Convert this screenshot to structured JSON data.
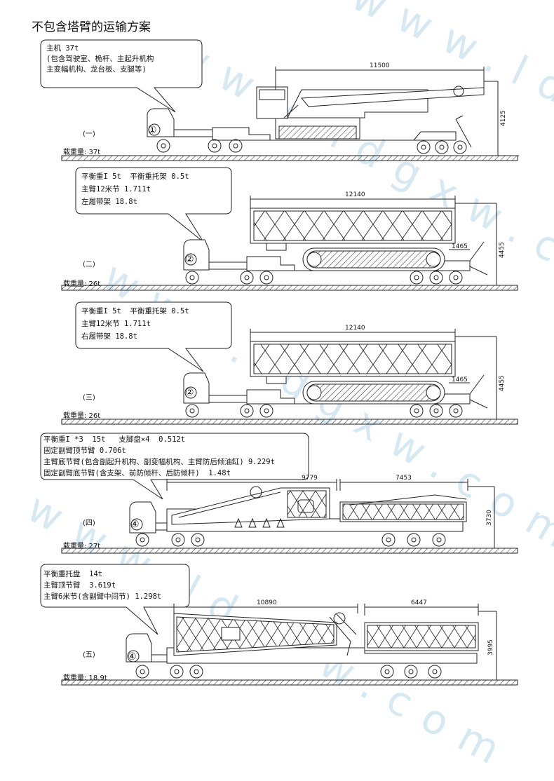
{
  "title": "不包含塔臂的运输方案",
  "watermark": "www.ldgxw.com",
  "colors": {
    "line": "#222222",
    "watermark": "#cfe6f2",
    "ground": "#222222"
  },
  "sections": [
    {
      "callout": [
        "主机 37t",
        "(包含驾驶室、桅杆、主起升机构",
        "主变幅机构、龙台板、支腿等)"
      ],
      "number": "①",
      "label": "(一)",
      "load": "载重量: 37t",
      "dims": [
        "11500",
        "4125"
      ]
    },
    {
      "callout": [
        "平衡重I 5t  平衡重托架 0.5t",
        "主臂12米节 1.711t",
        "左履带架 18.8t"
      ],
      "number": "②",
      "label": "(二)",
      "load": "载重量: 26t",
      "dims": [
        "12140",
        "1465",
        "4455"
      ]
    },
    {
      "callout": [
        "平衡重I 5t  平衡重托架 0.5t",
        "主臂12米节 1.711t",
        "右履带架 18.8t"
      ],
      "number": "②",
      "label": "(三)",
      "load": "载重量: 26t",
      "dims": [
        "12140",
        "1465",
        "4455"
      ]
    },
    {
      "callout": [
        "平衡重I *3  15t   支脚盘×4  0.512t",
        "固定副臂顶节臂 0.706t",
        "主臂底节臂(包含副起升机构、副变幅机构、主臂防后倾油缸) 9.229t",
        "固定副臂底节臂(含支架、前防倾杆、后防倾杆)  1.48t"
      ],
      "number": "④",
      "label": "(四)",
      "load": "载重量: 27t",
      "dims": [
        "9779",
        "7453",
        "3730"
      ]
    },
    {
      "callout": [
        "平衡重托盘  14t",
        "主臂顶节臂  3.619t",
        "主臂6米节(含副臂中间节) 1.298t"
      ],
      "number": "④",
      "label": "(五)",
      "load": "载重量: 18.9t",
      "dims": [
        "10890",
        "6447",
        "3995"
      ]
    }
  ]
}
